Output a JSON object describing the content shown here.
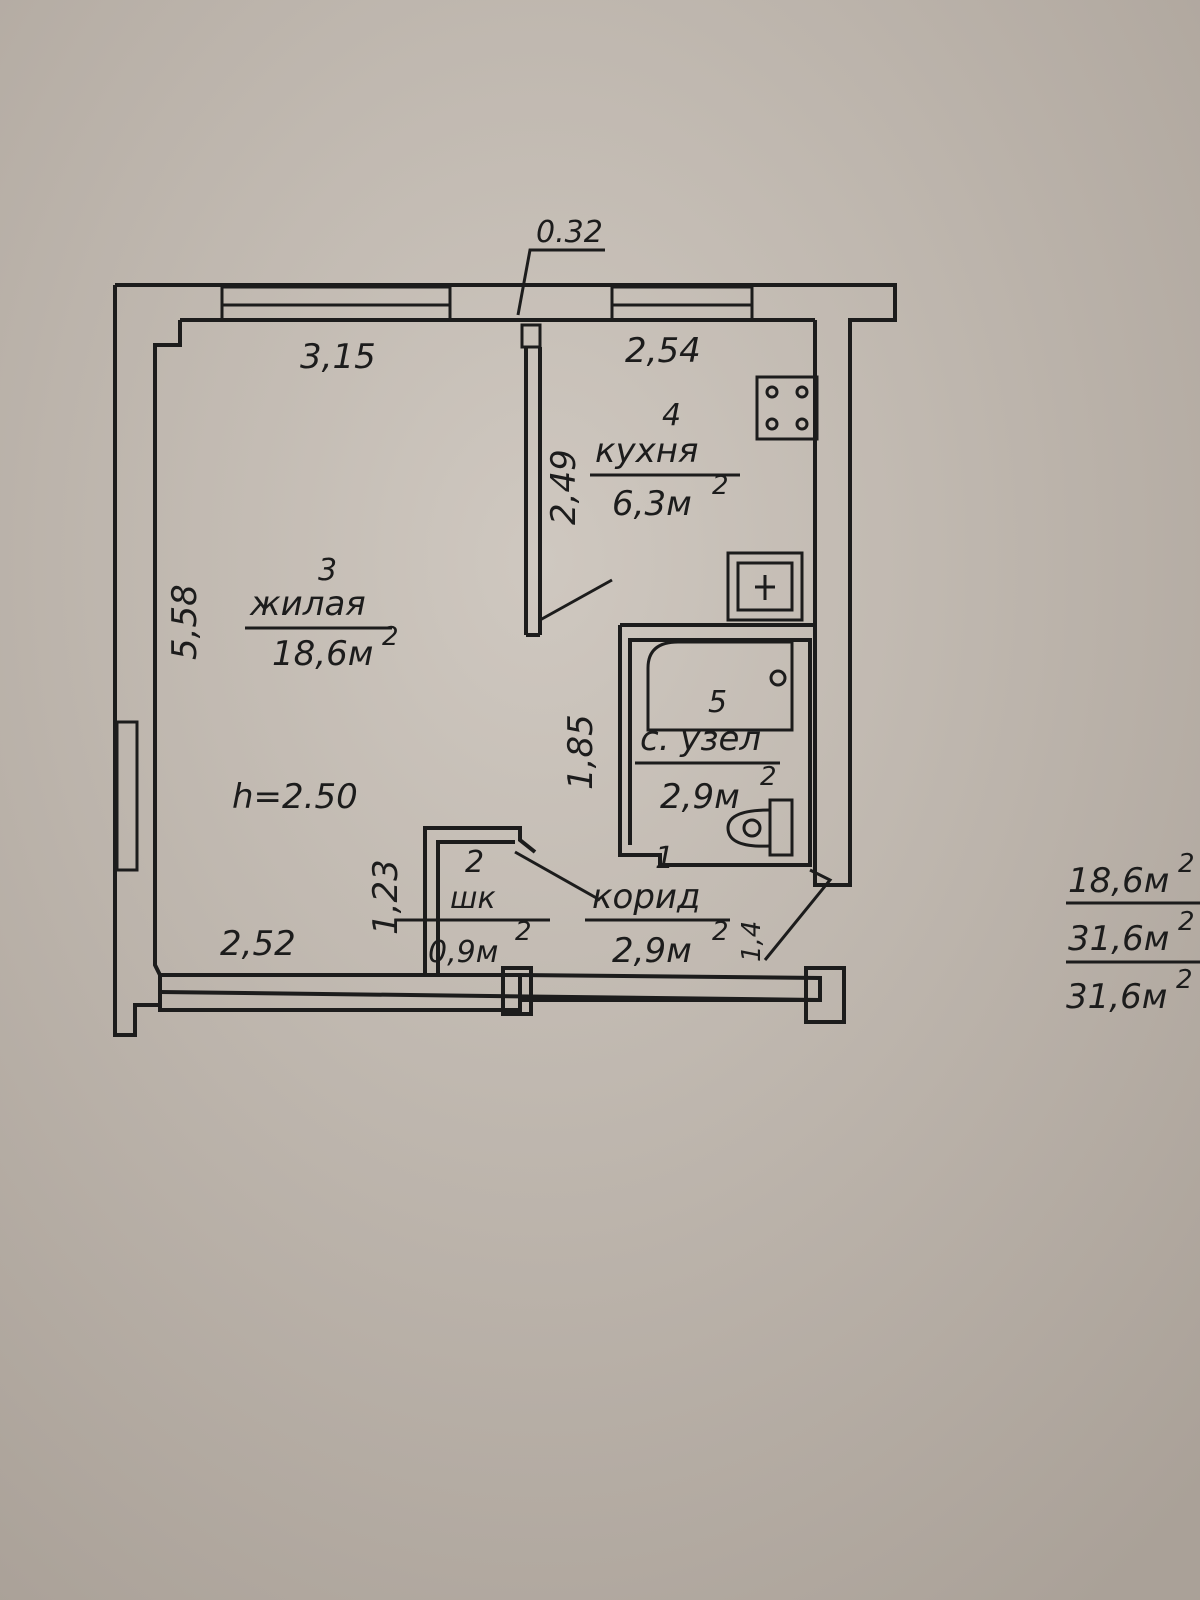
{
  "top_dimension": "0.32",
  "rooms": [
    {
      "id": "room-3",
      "number": "3",
      "name": "жилая",
      "area": "18,6м",
      "sup": "2"
    },
    {
      "id": "room-4",
      "number": "4",
      "name": "кухня",
      "area": "6,3м",
      "sup": "2"
    },
    {
      "id": "room-5",
      "number": "5",
      "name": "с. узел",
      "area": "2,9м",
      "sup": "2"
    },
    {
      "id": "room-2",
      "number": "2",
      "name": "шк",
      "area": "0,9м",
      "sup": "2"
    },
    {
      "id": "room-1",
      "number": "1",
      "name": "корид",
      "area": "2,9м",
      "sup": "2"
    }
  ],
  "dimensions": {
    "living_top": "3,15",
    "kitchen_top": "2,54",
    "living_left": "5,58",
    "kitchen_wall": "2,49",
    "bath_wall": "1,85",
    "closet_left": "1,23",
    "bottom_left": "2,52",
    "corridor_small": "1,4"
  },
  "ceiling_height": "h=2.50",
  "totals": [
    {
      "value": "18,6м",
      "sup": "2"
    },
    {
      "value": "31,6м",
      "sup": "2"
    },
    {
      "value": "31,6м",
      "sup": "2"
    }
  ]
}
